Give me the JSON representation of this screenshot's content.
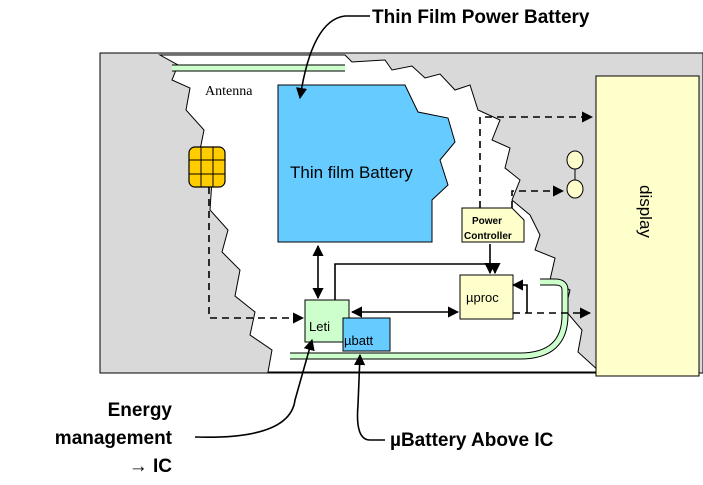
{
  "callouts": {
    "thin_film_power_battery": "Thin Film Power Battery",
    "energy_management_line1": "Energy",
    "energy_management_line2": "management",
    "energy_management_line3": "→ IC",
    "ubattery_above_ic": "µBattery Above IC"
  },
  "components": {
    "antenna": "Antenna",
    "thin_film_battery": "Thin film Battery",
    "power_controller_line1": "Power",
    "power_controller_line2": "Controller",
    "uproc": "µproc",
    "leti": "Leti",
    "ubatt": "µbatt",
    "display": "display"
  },
  "colors": {
    "card_gray": "#d9d9d9",
    "battery_blue": "#66ccff",
    "display_yellow": "#ffffcc",
    "leti_green": "#ccffcc",
    "chip_gold": "#ffcc00",
    "antenna_green": "#ccffcc"
  },
  "icons": [
    "smart-card-chip-icon",
    "led-indicator-icon"
  ]
}
